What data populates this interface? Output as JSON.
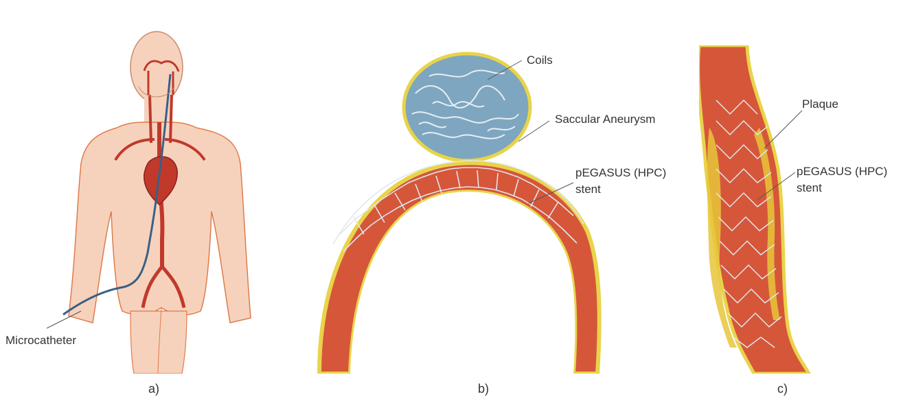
{
  "panels": {
    "a": {
      "caption": "a)",
      "labels": {
        "microcatheter": "Microcatheter"
      }
    },
    "b": {
      "caption": "b)",
      "labels": {
        "coils": "Coils",
        "aneurysm": "Saccular Aneurysm",
        "stent_line1": "pEGASUS (HPC)",
        "stent_line2": "stent"
      }
    },
    "c": {
      "caption": "c)",
      "labels": {
        "plaque": "Plaque",
        "stent_line1": "pEGASUS (HPC)",
        "stent_line2": "stent"
      }
    }
  },
  "colors": {
    "skin": "#f6d2bc",
    "skin_outline": "#e07a4a",
    "artery": "#c0392b",
    "vessel_wall": "#e8d44a",
    "vessel_red": "#d6563a",
    "coil_blue": "#8fb3c9",
    "stent_mesh": "#dfe8ee",
    "catheter": "#3a5f85",
    "plaque_yellow": "#e6c53a"
  }
}
